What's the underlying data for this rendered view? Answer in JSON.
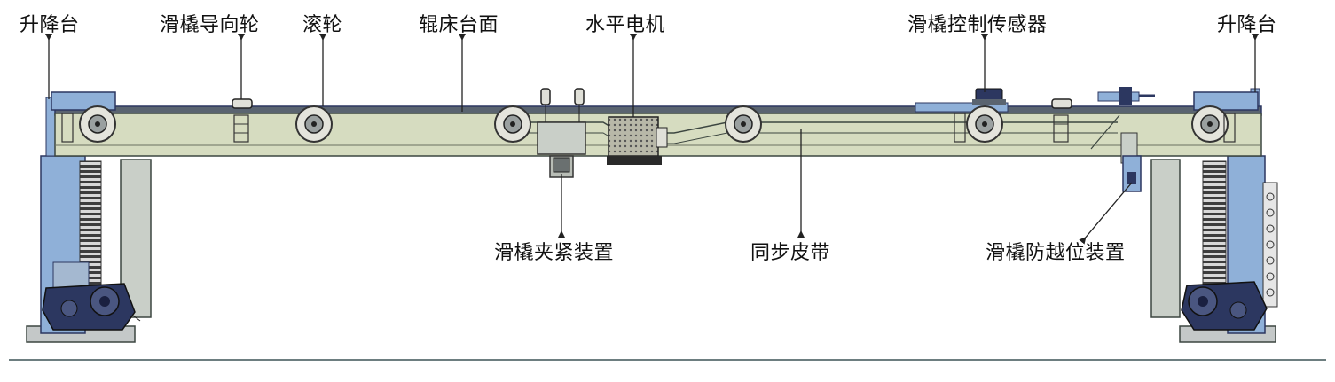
{
  "labels": {
    "lift_left": "升降台",
    "guide_wheel": "滑橇导向轮",
    "roller": "滚轮",
    "roller_bed_top": "辊床台面",
    "horizontal_motor": "水平电机",
    "sensor": "滑橇控制传感器",
    "lift_right": "升降台",
    "clamp": "滑橇夹紧装置",
    "belt": "同步皮带",
    "anti_overtravel": "滑橇防越位装置"
  },
  "colors": {
    "frame_fill": "#d6dcc0",
    "frame_stroke": "#3c4640",
    "lift_blue": "#8fb0d8",
    "dark_navy": "#2c3760",
    "spring_dark": "#3d3d3d",
    "grey_column": "#c9cfc8",
    "line": "#222222",
    "footer_rule": "#6d7e80"
  }
}
